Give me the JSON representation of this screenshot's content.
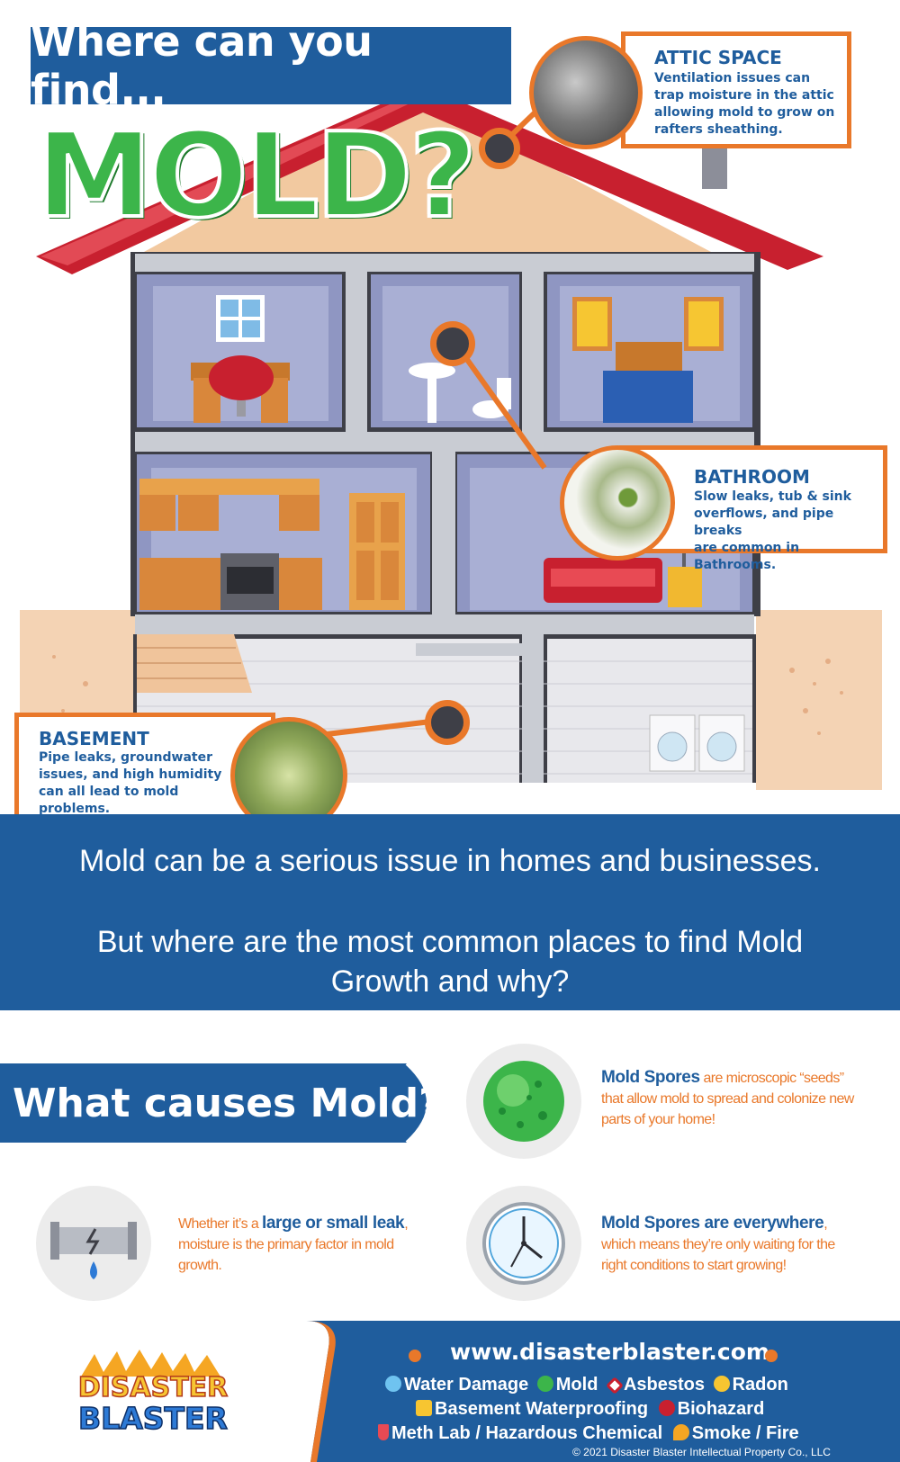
{
  "header": {
    "title": "Where can you find...",
    "mold_word": "MOLD?"
  },
  "callouts": {
    "attic": {
      "title": "ATTIC SPACE",
      "lines": [
        "Ventilation issues can",
        "trap moisture in the attic",
        "allowing mold to grow on",
        "rafters sheathing."
      ]
    },
    "bathroom": {
      "title": "BATHROOM",
      "lines": [
        "Slow leaks, tub & sink",
        "overflows, and pipe breaks",
        "are common in Bathrooms."
      ]
    },
    "basement": {
      "title": "BASEMENT",
      "lines": [
        "Pipe leaks, groundwater",
        "issues, and high humidity",
        "can all lead to mold",
        "problems."
      ]
    }
  },
  "intro": {
    "line1": "Mold can be a serious issue in homes and businesses.",
    "line2": "But where are the most common places to find Mold",
    "line3": "Growth and why?"
  },
  "causes": {
    "heading": "What causes Mold?",
    "spores_a": {
      "bold": "Mold Spores",
      "rest1": " are microscopic “seeds”",
      "line2": "that allow mold to spread and colonize new",
      "line3": "parts of your home!"
    },
    "leak": {
      "pre": "Whether it’s a ",
      "bold": "large or small leak",
      "post": ",",
      "line2": "moisture is the primary factor in mold",
      "line3": "growth."
    },
    "spores_b": {
      "bold": "Mold Spores are everywhere",
      "post": ",",
      "line2": "which means they’re only waiting for the",
      "line3": "right conditions to start growing!"
    }
  },
  "footer": {
    "logo_line1": "DISASTER",
    "logo_line2": "BLASTER",
    "url": "www.disasterblaster.com",
    "services_row1": [
      "Water Damage",
      "Mold",
      "Asbestos",
      "Radon"
    ],
    "services_row2": [
      "Basement Waterproofing",
      "Biohazard"
    ],
    "services_row3": [
      "Meth Lab / Hazardous Chemical",
      "Smoke / Fire"
    ],
    "copyright": "© 2021 Disaster Blaster Intellectual Property Co., LLC"
  },
  "colors": {
    "brand_blue": "#1f5d9d",
    "accent_orange": "#e9782a",
    "mold_green": "#3cb54a",
    "roof_red": "#c8202f"
  }
}
